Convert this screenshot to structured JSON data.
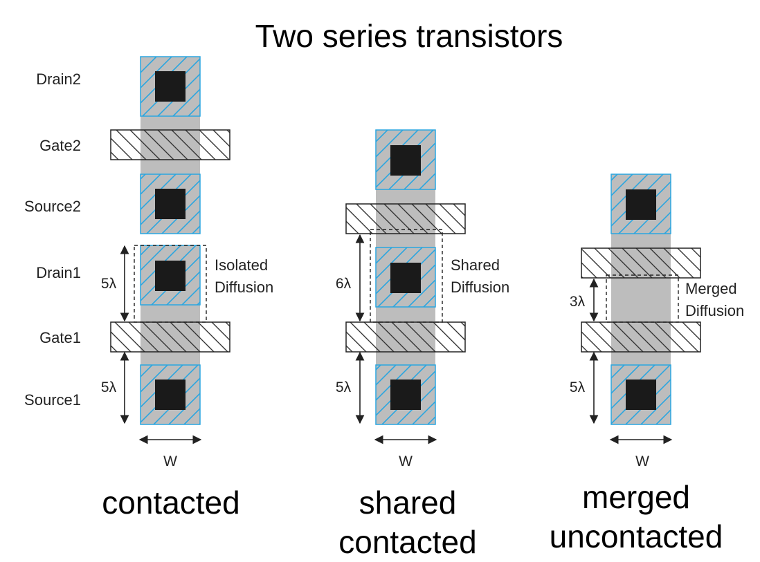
{
  "title": "Two series transistors",
  "row_labels": [
    "Drain2",
    "Gate2",
    "Source2",
    "Drain1",
    "Gate1",
    "Source1"
  ],
  "columns": [
    {
      "caption": [
        "contacted"
      ],
      "width_label": "W",
      "upper_dim": "5λ",
      "lower_dim": "5λ",
      "diffusion_note": [
        "Isolated",
        "Diffusion"
      ]
    },
    {
      "caption": [
        "shared",
        "contacted"
      ],
      "width_label": "W",
      "upper_dim": "6λ",
      "lower_dim": "5λ",
      "diffusion_note": [
        "Shared",
        "Diffusion"
      ]
    },
    {
      "caption": [
        "merged",
        "uncontacted"
      ],
      "width_label": "W",
      "upper_dim": "3λ",
      "lower_dim": "5λ",
      "diffusion_note": [
        "Merged",
        "Diffusion"
      ]
    }
  ],
  "colors": {
    "diffusion": "#bdbdbd",
    "diffusion_hatch": "#2aa6e0",
    "contact": "#1a1a1a",
    "poly_hatch": "#333333",
    "text": "#222222"
  }
}
